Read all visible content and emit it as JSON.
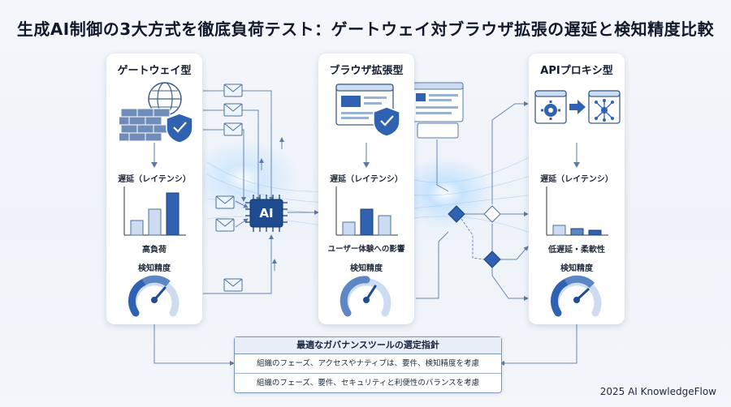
{
  "title": "生成AI制御の3大方式を徹底負荷テスト：ゲートウェイ対ブラウザ拡張の遅延と検知精度比較",
  "panels": {
    "gateway": {
      "title": "ゲートウェイ型",
      "latency_label": "遅延（レイテンシ）",
      "result_label": "高負荷",
      "accuracy_label": "検知精度"
    },
    "browser": {
      "title": "ブラウザ拡張型",
      "latency_label": "遅延（レイテンシ）",
      "result_label": "ユーザー体験への影響",
      "accuracy_label": "検知精度"
    },
    "api": {
      "title": "APIプロキシ型",
      "latency_label": "遅延（レイテンシ）",
      "result_label": "低遅延・柔軟性",
      "accuracy_label": "検知精度"
    }
  },
  "center": {
    "chip_label": "AI"
  },
  "guidance": {
    "title": "最適なガバナンスツールの選定指針",
    "row1": "組織のフェーズ、アクセスやナティブは、要件、検知精度を考慮",
    "row2": "組織のフェーズ、要件、セキュリティと利便性のバランスを考慮"
  },
  "footer": "2025 AI KnowledgeFlow",
  "colors": {
    "accent": "#2f62b0",
    "light": "#cddcf1",
    "line": "#6a86ad"
  }
}
